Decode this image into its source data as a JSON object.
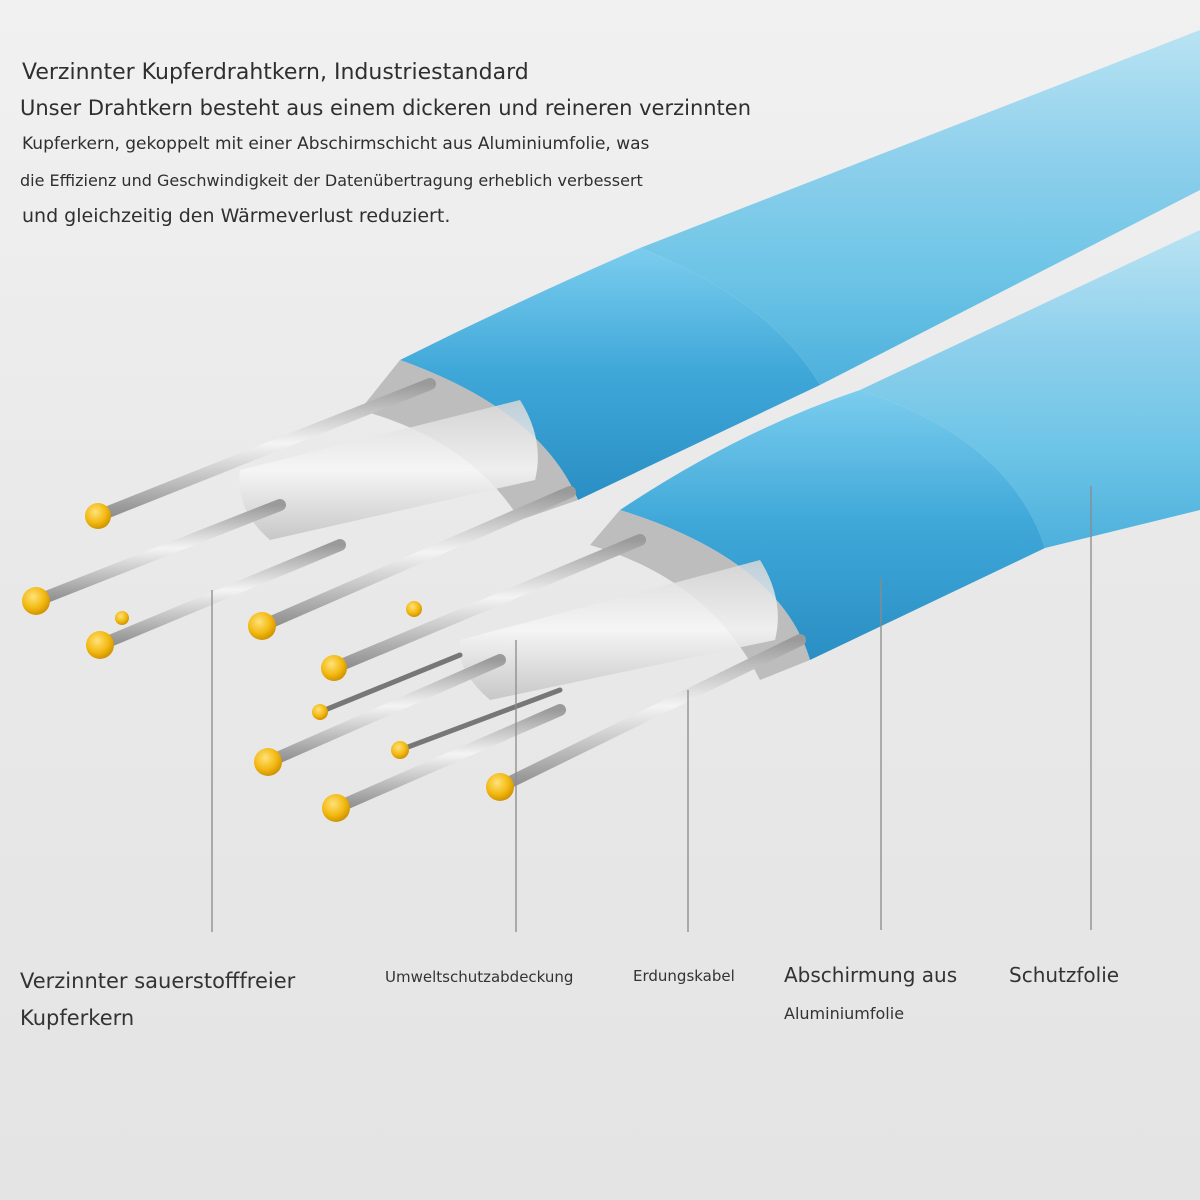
{
  "intro": {
    "title": "Verzinnter Kupferdrahtkern, Industriestandard",
    "lines": [
      "Unser Drahtkern besteht aus einem dickeren und reineren verzinnten",
      "Kupferkern, gekoppelt mit einer Abschirmschicht aus Aluminiumfolie, was",
      "die Effizienz und Geschwindigkeit der Datenübertragung erheblich verbessert",
      "und gleichzeitig den Wärmeverlust reduziert."
    ]
  },
  "labels": {
    "copper_core_line1": "Verzinnter sauerstofffreier",
    "copper_core_line2": "Kupferkern",
    "insulation": "Umweltschutzabdeckung",
    "ground_wire": "Erdungskabel",
    "shielding_line1": "Abschirmung aus",
    "shielding_line2": "Aluminiumfolie",
    "protective_film": "Schutzfolie"
  },
  "colors": {
    "background": "#ececec",
    "jacket_blue": "#6cc4e6",
    "foil_blue": "#3ea7d8",
    "wire_silver": "#c9c9c9",
    "wire_tip_gold": "#f2b80f",
    "leader_line": "#8a8a8a"
  }
}
